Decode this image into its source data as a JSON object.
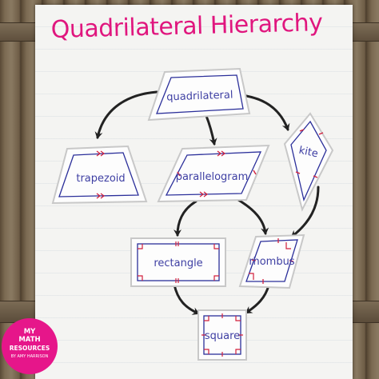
{
  "photo": {
    "title": "Quadrilateral Hierarchy",
    "colors": {
      "title": "#e0167e",
      "labels": "#3e3fa3",
      "arrows": "#222222",
      "tick_marks": "#d21f3c",
      "paper": "#f4f4f2",
      "brand_badge": "#e6168a"
    },
    "shape_labels": {
      "quadrilateral": "quadrilateral",
      "trapezoid": "trapezoid",
      "parallelogram": "parallelogram",
      "kite": "kite",
      "rectangle": "rectangle",
      "rhombus": "rhombus",
      "square": "square"
    },
    "hierarchy_links": [
      [
        "quadrilateral",
        "trapezoid"
      ],
      [
        "quadrilateral",
        "parallelogram"
      ],
      [
        "quadrilateral",
        "kite"
      ],
      [
        "parallelogram",
        "rectangle"
      ],
      [
        "parallelogram",
        "rhombus"
      ],
      [
        "kite",
        "rhombus"
      ],
      [
        "rectangle",
        "square"
      ],
      [
        "rhombus",
        "square"
      ]
    ],
    "brand": {
      "line1": "MY",
      "line2": "MATH",
      "line3": "RESOURCES",
      "byline": "BY AMY HARRISON"
    }
  }
}
